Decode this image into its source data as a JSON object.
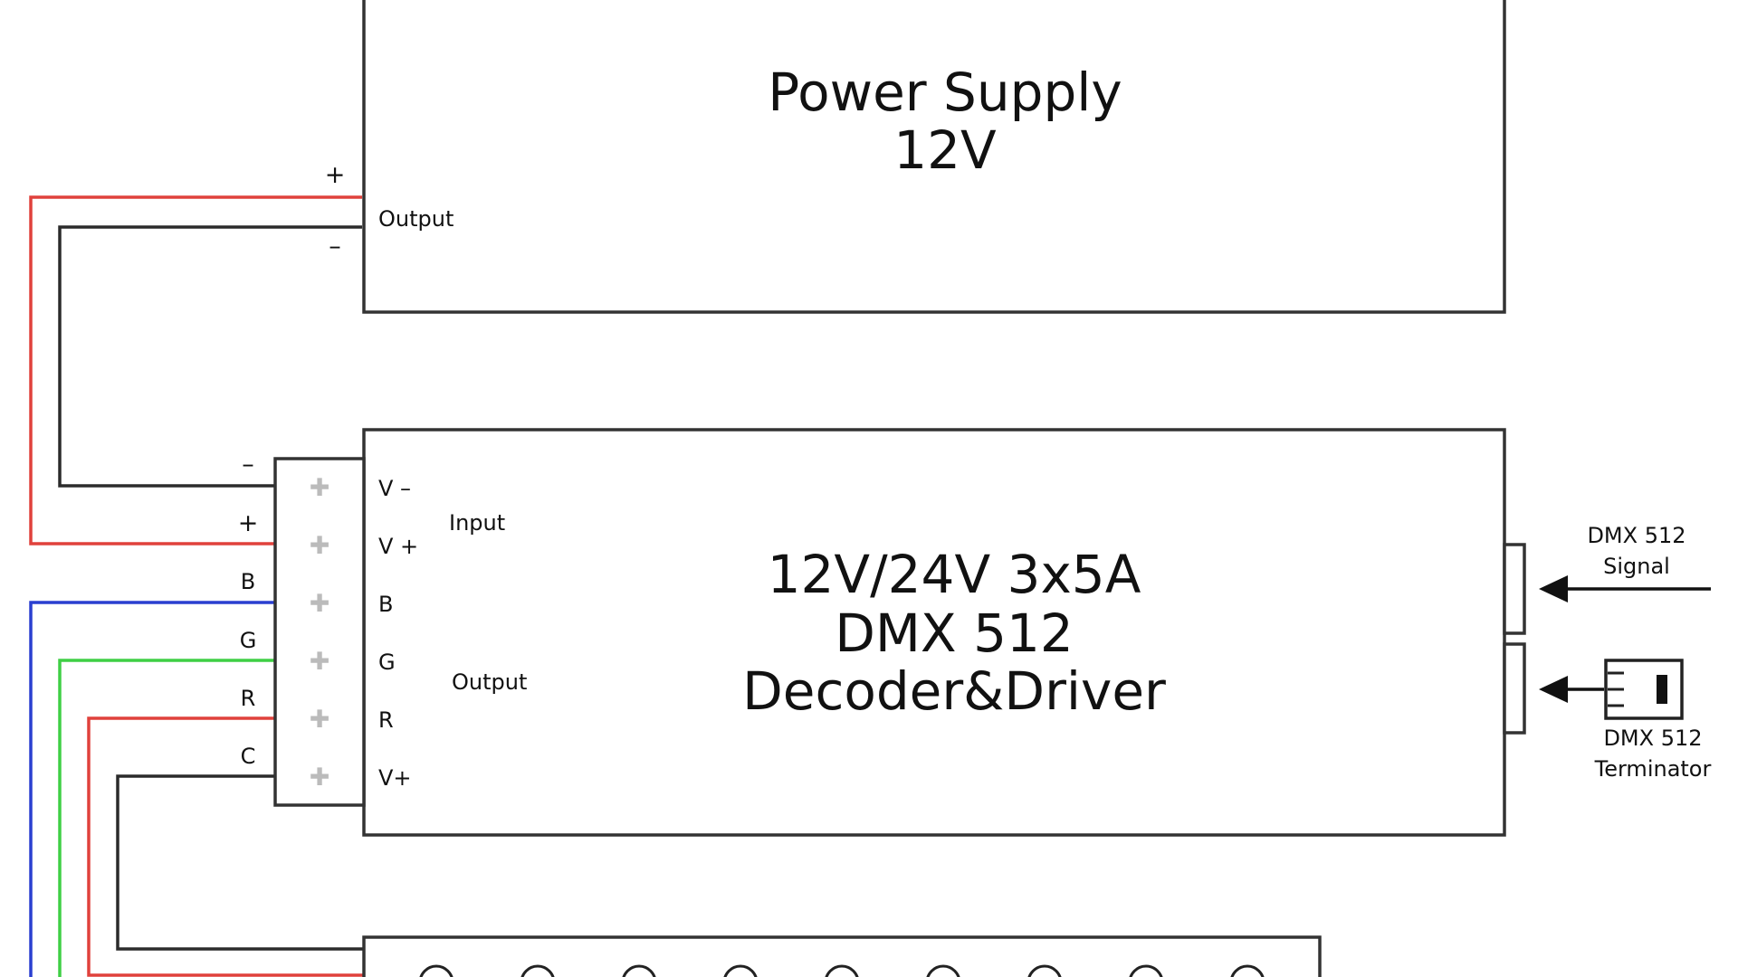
{
  "power_supply": {
    "title_line1": "Power Supply",
    "title_line2": "12V",
    "output_label": "Output",
    "plus_label": "+",
    "minus_label": "–"
  },
  "decoder": {
    "title_line1": "12V/24V 3x5A",
    "title_line2": "DMX 512",
    "title_line3": "Decoder&Driver",
    "input_label": "Input",
    "output_label": "Output",
    "inner_labels": [
      "V –",
      "V +",
      "B",
      "G",
      "R",
      "V+"
    ],
    "outer_labels": [
      "–",
      "+",
      "B",
      "G",
      "R",
      "C"
    ]
  },
  "dmx": {
    "signal_line1": "DMX 512",
    "signal_line2": "Signal",
    "terminator_line1": "DMX 512",
    "terminator_line2": "Terminator"
  },
  "colors": {
    "positive": "#e0413c",
    "negative": "#2b2b2b",
    "blue": "#2a3fd0",
    "green": "#3fcf45",
    "red": "#e0413c"
  }
}
